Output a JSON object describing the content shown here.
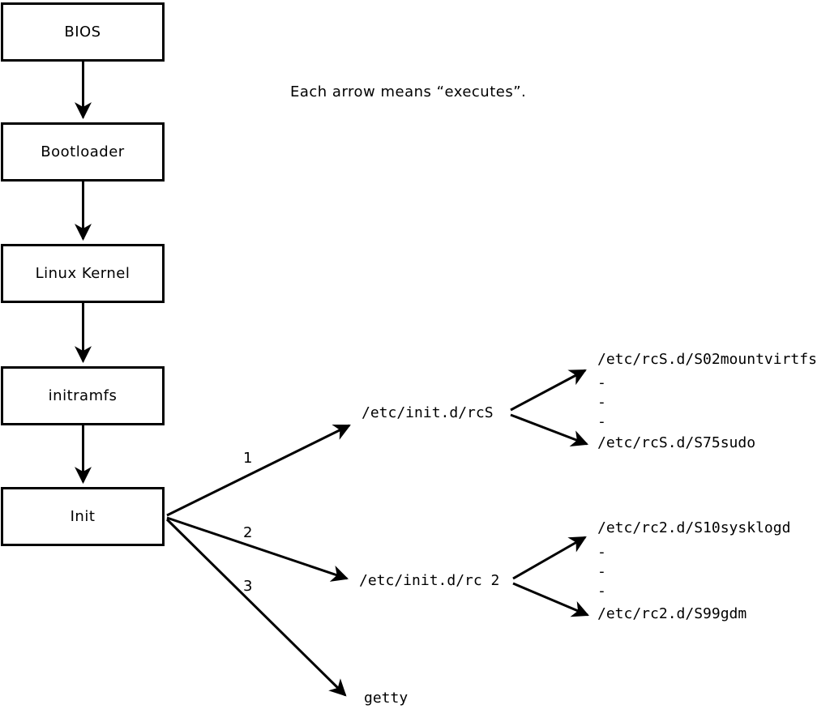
{
  "note": "Each arrow means “executes”.",
  "chain": [
    {
      "label": "BIOS"
    },
    {
      "label": "Bootloader"
    },
    {
      "label": "Linux Kernel"
    },
    {
      "label": "initramfs"
    },
    {
      "label": "Init"
    }
  ],
  "init_arrows": [
    {
      "order": "1",
      "target": "/etc/init.d/rcS"
    },
    {
      "order": "2",
      "target": "/etc/init.d/rc 2"
    },
    {
      "order": "3",
      "target": "getty"
    }
  ],
  "rcS_list": {
    "items": [
      "/etc/rcS.d/S02mountvirtfs",
      "-",
      "-",
      "-",
      "/etc/rcS.d/S75sudo"
    ]
  },
  "rc2_list": {
    "items": [
      "/etc/rc2.d/S10sysklogd",
      "-",
      "-",
      "-",
      "/etc/rc2.d/S99gdm"
    ]
  },
  "colors": {
    "line": "#000000",
    "box_fill": "#ffffff",
    "text": "#000000"
  }
}
